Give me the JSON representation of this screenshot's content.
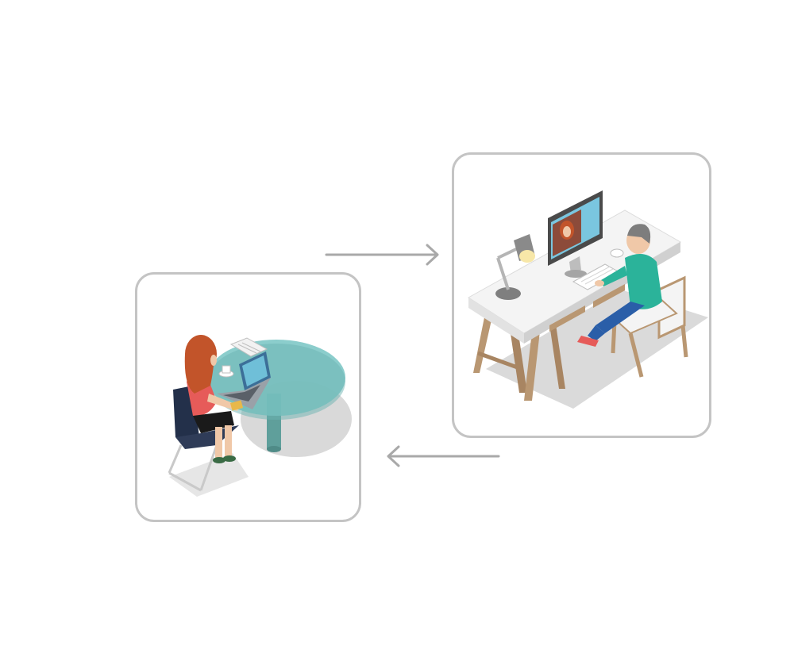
{
  "diagram": {
    "nodes": [
      {
        "id": "woman-laptop-workspace",
        "icon": "woman-at-laptop-icon"
      },
      {
        "id": "man-desktop-workspace",
        "icon": "man-at-desktop-icon"
      }
    ],
    "edges": [
      {
        "from": "woman-laptop-workspace",
        "to": "man-desktop-workspace",
        "icon": "arrow-right-icon"
      },
      {
        "from": "man-desktop-workspace",
        "to": "woman-laptop-workspace",
        "icon": "arrow-left-icon"
      }
    ]
  },
  "colors": {
    "card_border": "#c4c4c4",
    "arrow": "#a9a9a9",
    "glass_table": "#7ec8c6",
    "teal_shirt": "#2bb39a",
    "hair_red": "#c2542a",
    "blouse_red": "#e65b59",
    "chair_navy": "#23304a",
    "desk_wood": "#b99772"
  }
}
